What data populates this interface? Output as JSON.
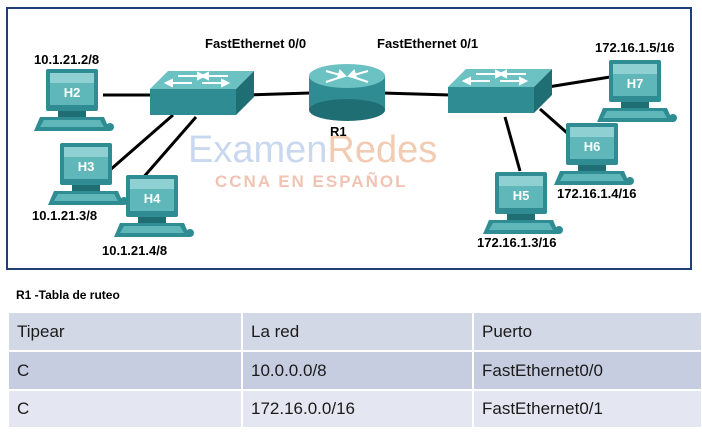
{
  "diagram": {
    "watermark": {
      "part1": "Examen",
      "part2": "Redes",
      "subtitle": "CCNA EN ESPAÑOL"
    },
    "interface_labels": {
      "left": "FastEthernet 0/0",
      "right": "FastEthernet 0/1"
    },
    "router": {
      "name": "R1"
    },
    "hosts": [
      {
        "name": "H2",
        "ip": "10.1.21.2/8"
      },
      {
        "name": "H3",
        "ip": "10.1.21.3/8"
      },
      {
        "name": "H4",
        "ip": "10.1.21.4/8"
      },
      {
        "name": "H5",
        "ip": "172.16.1.3/16"
      },
      {
        "name": "H6",
        "ip": "172.16.1.4/16"
      },
      {
        "name": "H7",
        "ip": "172.16.1.5/16"
      }
    ],
    "colors": {
      "border": "#1f3f7a",
      "device": "#2e8c92",
      "device_light": "#5fb7ba",
      "link": "#000000"
    }
  },
  "table": {
    "title": "R1 -Tabla de ruteo",
    "headers": [
      "Tipear",
      "La red",
      "Puerto"
    ],
    "rows": [
      [
        "C",
        "10.0.0.0/8",
        "FastEthernet0/0"
      ],
      [
        "C",
        "172.16.0.0/16",
        "FastEthernet0/1"
      ]
    ]
  }
}
